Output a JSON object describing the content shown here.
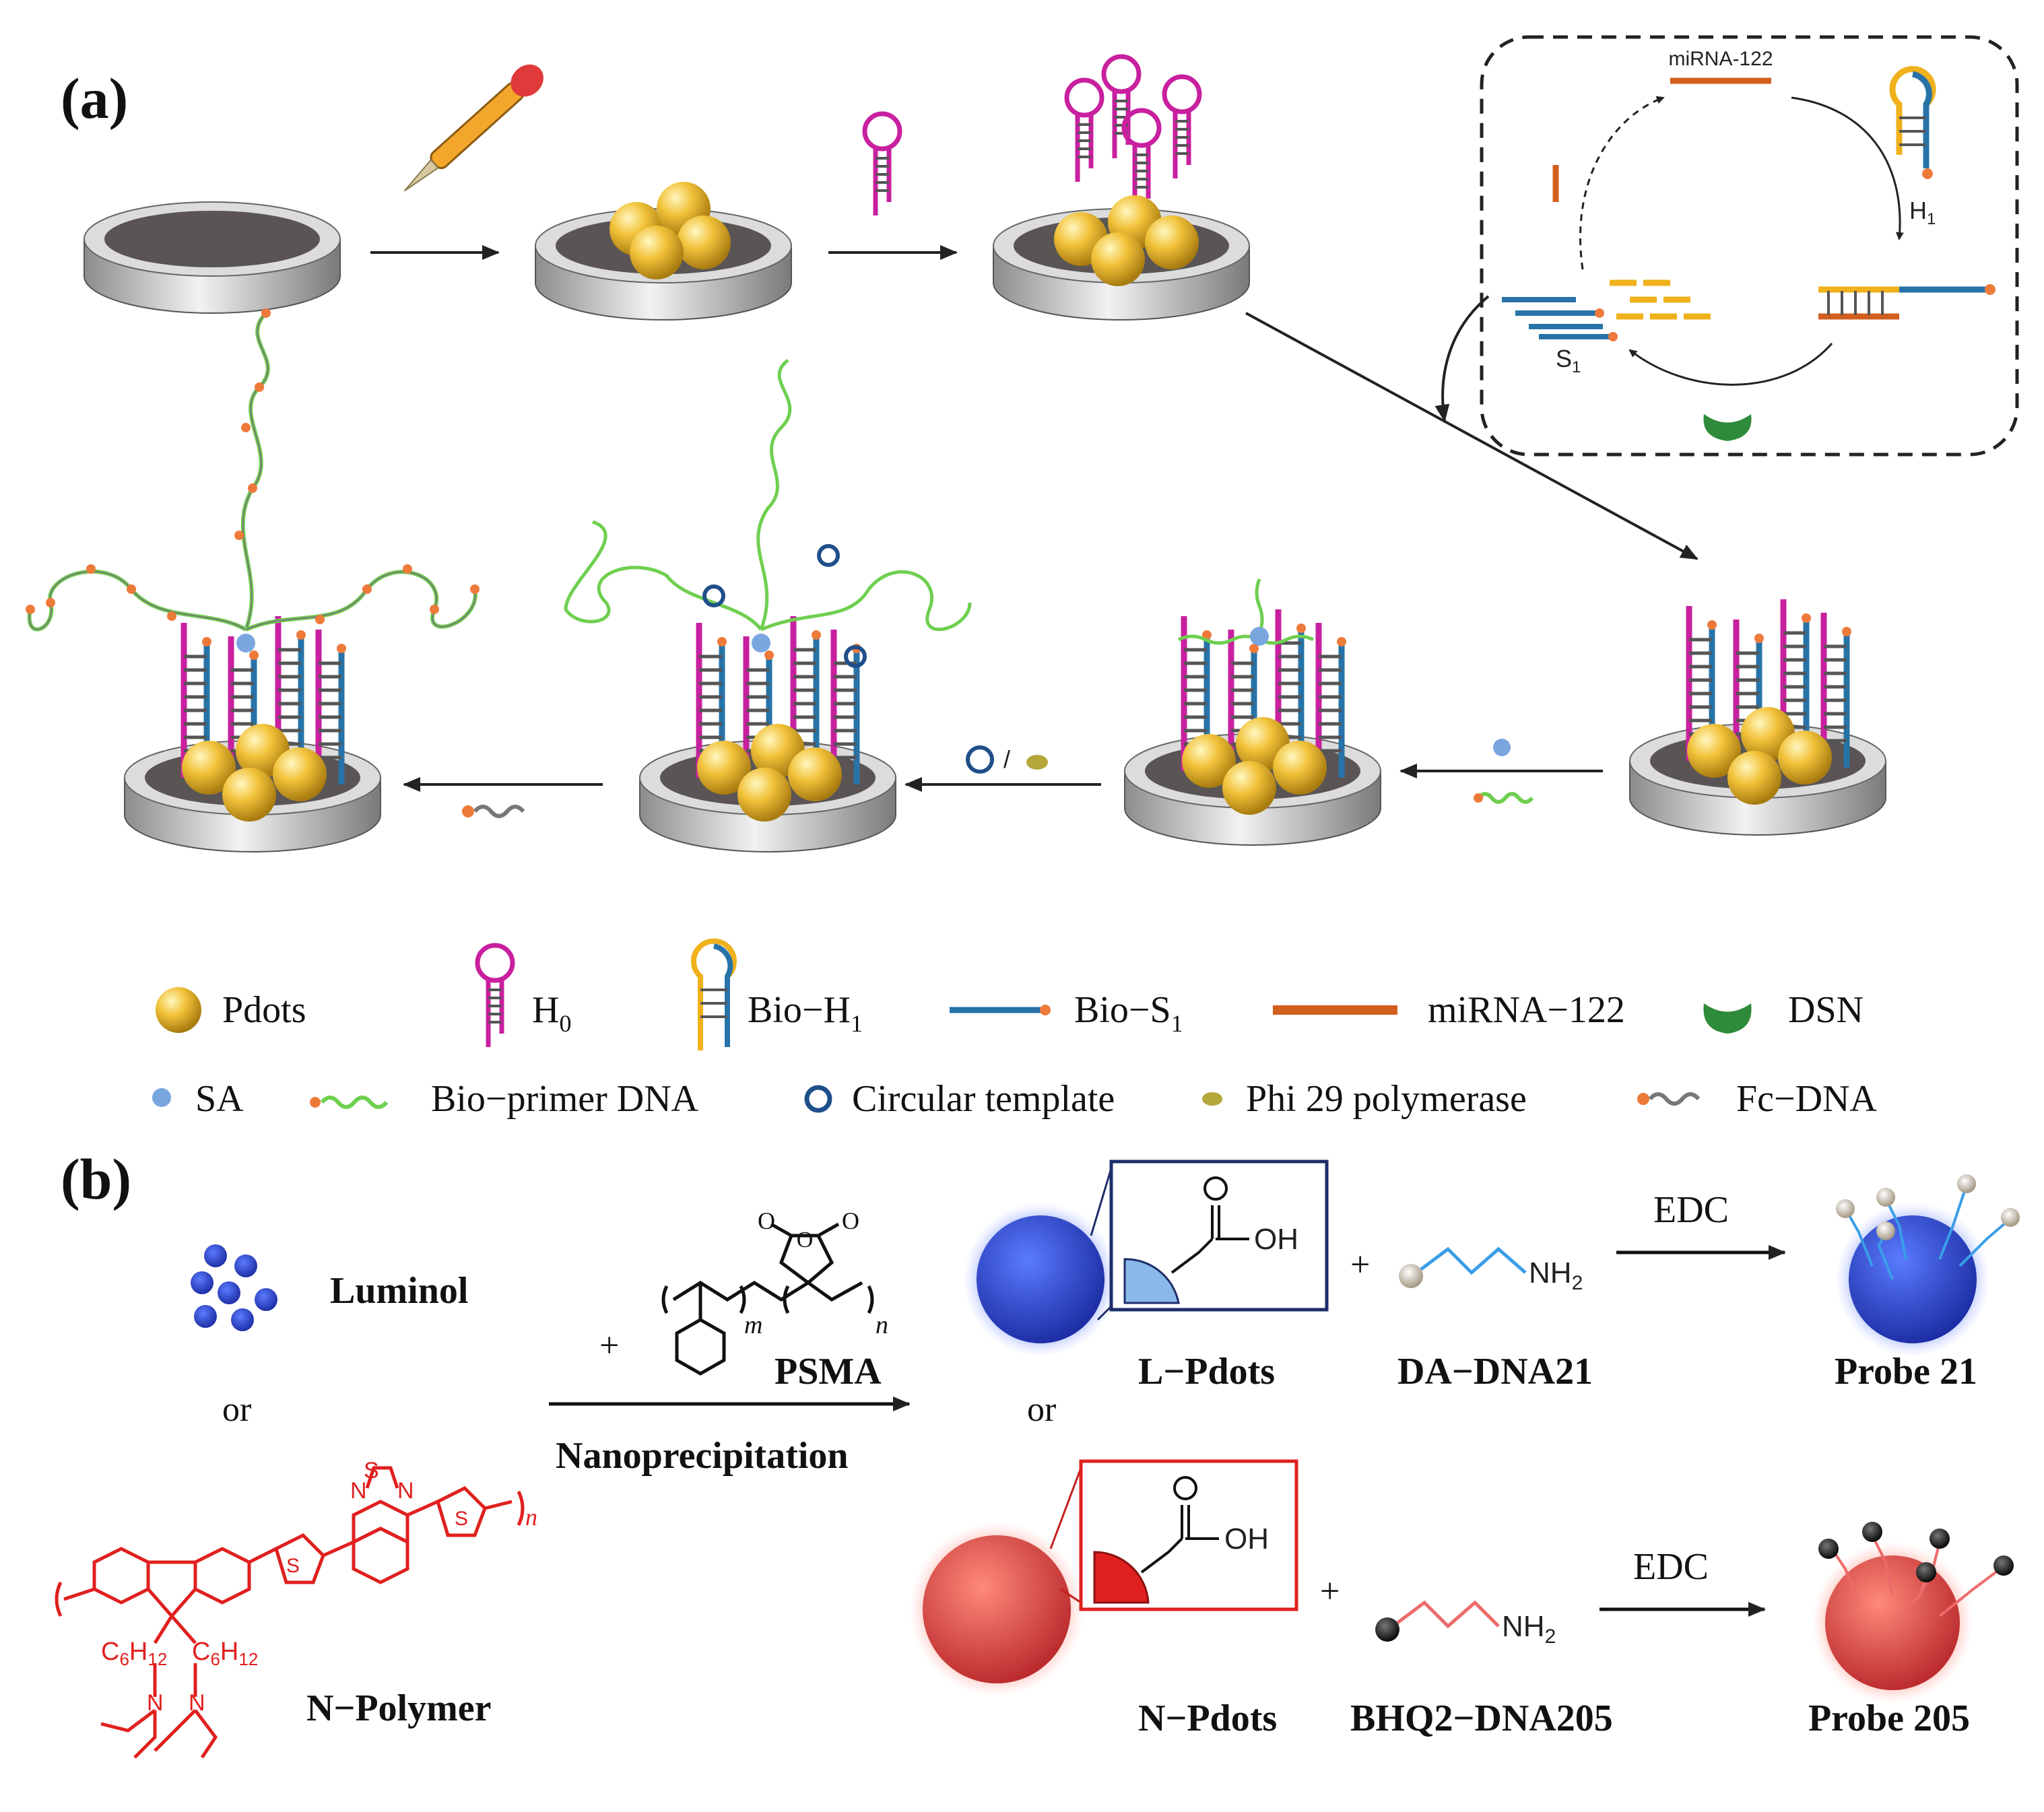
{
  "panel_a": {
    "label": "(a)",
    "inset": {
      "mirna_label": "miRNA-122",
      "h1_label": "H",
      "h1_sub": "1",
      "s1_label": "S",
      "s1_sub": "1"
    },
    "legend": {
      "pdots": "Pdots",
      "h0": "H",
      "h0_sub": "0",
      "bio_h1": "Bio−H",
      "bio_h1_sub": "1",
      "bio_s1": "Bio−S",
      "bio_s1_sub": "1",
      "mirna": "miRNA−122",
      "dsn": "DSN",
      "sa": "SA",
      "bio_primer": "Bio−primer DNA",
      "circular": "Circular template",
      "phi29": "Phi 29 polymerase",
      "fc_dna": "Fc−DNA"
    },
    "arrow_label_mid": "/"
  },
  "panel_b": {
    "label": "(b)",
    "luminol": "Luminol",
    "or_left": "or",
    "or_mid": "or",
    "plus_psma": "+",
    "psma": "PSMA",
    "nanoprecipitation": "Nanoprecipitation",
    "n_polymer": "N−Polymer",
    "l_pdots": "L−Pdots",
    "n_pdots": "N−Pdots",
    "plus_top": "+",
    "plus_bottom": "+",
    "da_dna": "DA−DNA21",
    "bhq_dna": "BHQ2−DNA205",
    "edc_top": "EDC",
    "edc_bottom": "EDC",
    "probe21": "Probe 21",
    "probe205": "Probe 205",
    "oh_top": "OH",
    "oh_bottom": "OH",
    "o_top": "O",
    "o_bottom": "O",
    "nh2_top": "NH",
    "nh2_bottom": "NH",
    "sub2": "2",
    "m": "m",
    "n": "n",
    "n_poly": "n",
    "s_atom": "S",
    "n_atom": "N",
    "c6h12": "C",
    "c6h12_sub6": "6",
    "c6h12_h": "H",
    "c6h12_sub12": "12"
  },
  "colors": {
    "magenta": "#c8209f",
    "blue": "#2773a8",
    "orange": "#d35f1e",
    "yellow_orange": "#f0b11b",
    "green": "#6fcf50",
    "dsn_green": "#2e8b3a",
    "red": "#e0201f",
    "pdots_blue": "#2f3fb6",
    "pdots_red": "#d8443c"
  }
}
